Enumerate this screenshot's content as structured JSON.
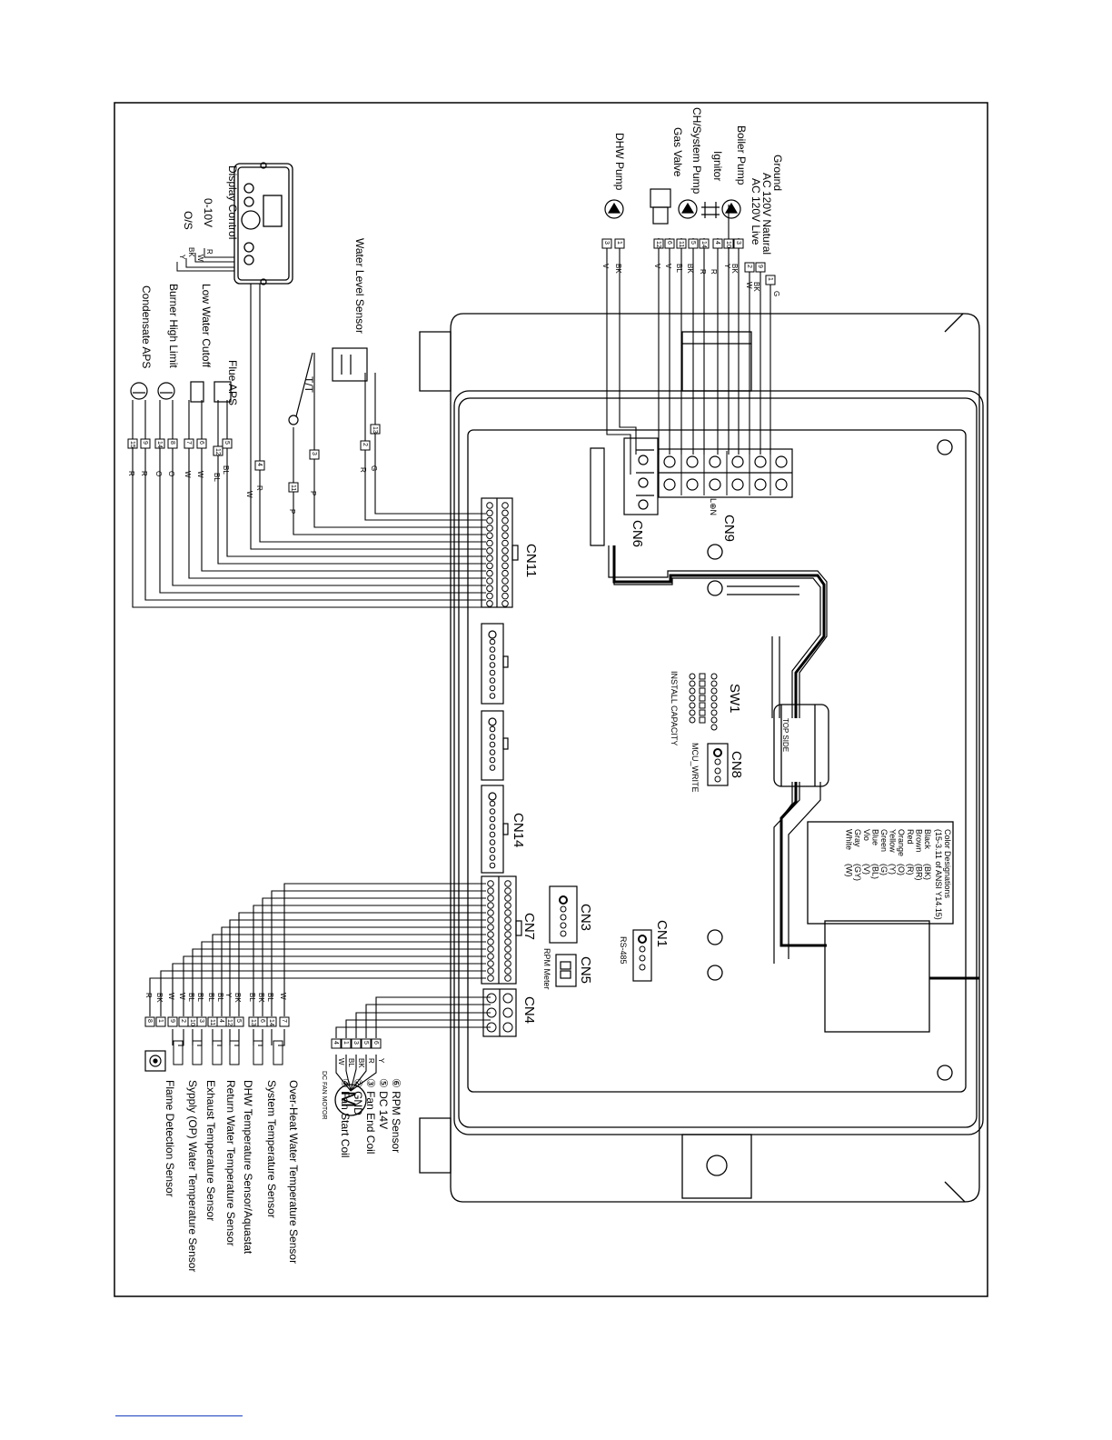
{
  "connectors": {
    "cn9": "CN9",
    "cn6": "CN6",
    "cn11": "CN11",
    "cn14": "CN14",
    "cn7": "CN7",
    "cn4": "CN4",
    "cn3": "CN3",
    "cn5": "CN5",
    "cn1": "CN1",
    "cn8": "CN8",
    "sw1": "SW1"
  },
  "board_labels": {
    "rs485": "RS-485",
    "rpm_meter": "RPM Meter",
    "mcu_write": "MCU_WRITE",
    "install_capacity": "INSTALL CAPACITY",
    "transformer": "TOP SIDE",
    "dc_fan_motor": "DC FAN MOTOR",
    "motor_symbol": "M"
  },
  "cn9_devices": [
    {
      "label": "AC 120V Live",
      "pins": "9",
      "wire": "BK"
    },
    {
      "label": "AC 120V Natural",
      "pins": "2",
      "wire": "W"
    },
    {
      "label": "Ground",
      "pins": "1",
      "wire": "G"
    },
    {
      "label": "Boiler Pump",
      "pins": "3 / 10",
      "wire": "BK / Y"
    },
    {
      "label": "Ignitor",
      "pins": "4 / 14",
      "wire": "R / R"
    },
    {
      "label": "CH/System Pump",
      "pins": "5 / 11",
      "wire": "BK / BL"
    },
    {
      "label": "Gas Valve",
      "pins": "6 / 12",
      "wire": "V / V"
    },
    {
      "label": "DHW Pump",
      "pins": "1 / 3",
      "wire": "BK / V"
    }
  ],
  "cn11_devices": [
    {
      "label": "Water Level Sensor",
      "pins": "13 / 2",
      "wire": "G / R"
    },
    {
      "label": "T/T",
      "pins": "3 / 11",
      "wire": "P / P"
    },
    {
      "label": "Display Control",
      "pins": "4",
      "wire": "R / W"
    },
    {
      "label": "0-10V",
      "pins": "",
      "wire": "R / W"
    },
    {
      "label": "O/S",
      "pins": "",
      "wire": "BK / Y"
    },
    {
      "label": "Flue APS",
      "pins": "5 / 12",
      "wire": "BL / BL"
    },
    {
      "label": "Low Water Cutoff",
      "pins": "6 / 7",
      "wire": "W / W"
    },
    {
      "label": "Burner High Limit",
      "pins": "8 / 14",
      "wire": "O / O"
    },
    {
      "label": "Condensate APS",
      "pins": "9 / 15",
      "wire": "R / R"
    }
  ],
  "cn7_sensors": [
    {
      "label": "Over-Heat Water Temperature Sensor",
      "pins": "7 / 14",
      "wire": "W / BL"
    },
    {
      "label": "System Temperature Sensor",
      "pins": "6 / 13",
      "wire": "BK / BL"
    },
    {
      "label": "DHW Temperature Sensor/Aquastat",
      "pins": "5 / 12",
      "wire": "BK / Y"
    },
    {
      "label": "Return Water Temperature Sensor",
      "pins": "4 / 11",
      "wire": "BL / BL"
    },
    {
      "label": "Exhaust Temperature Sensor",
      "pins": "3 / 10",
      "wire": "BL / BL"
    },
    {
      "label": "Sypply (OP) Water Temperature Sensor",
      "pins": "2 / 9",
      "wire": "W / W"
    },
    {
      "label": "Flame Detection Sensor",
      "pins": "1 / 8",
      "wire": "BK / R"
    }
  ],
  "fan_motor": {
    "pins": [
      "6",
      "5",
      "3",
      "1",
      "4"
    ],
    "wires": [
      "Y",
      "R",
      "BK",
      "BL",
      "W"
    ],
    "legend": [
      "⑥ RPM Sensor",
      "⑤ DC 14V",
      "③ Fan End Coil",
      "② GND",
      "④ Fan Start Coil"
    ]
  },
  "color_designations": {
    "title": "Color Designations",
    "subtitle": "(15-3.11 of ANSI Y14.15)",
    "rows": [
      {
        "name": "Black",
        "code": "(BK)"
      },
      {
        "name": "Brown",
        "code": "(BR)"
      },
      {
        "name": "Red",
        "code": "(R)"
      },
      {
        "name": "Orange",
        "code": "(O)"
      },
      {
        "name": "Yellow",
        "code": "(Y)"
      },
      {
        "name": "Green",
        "code": "(G)"
      },
      {
        "name": "Blue",
        "code": "(BL)"
      },
      {
        "name": "Vio",
        "code": "(V)"
      },
      {
        "name": "Gray",
        "code": "(GY)"
      },
      {
        "name": "White",
        "code": "(W)"
      }
    ]
  }
}
